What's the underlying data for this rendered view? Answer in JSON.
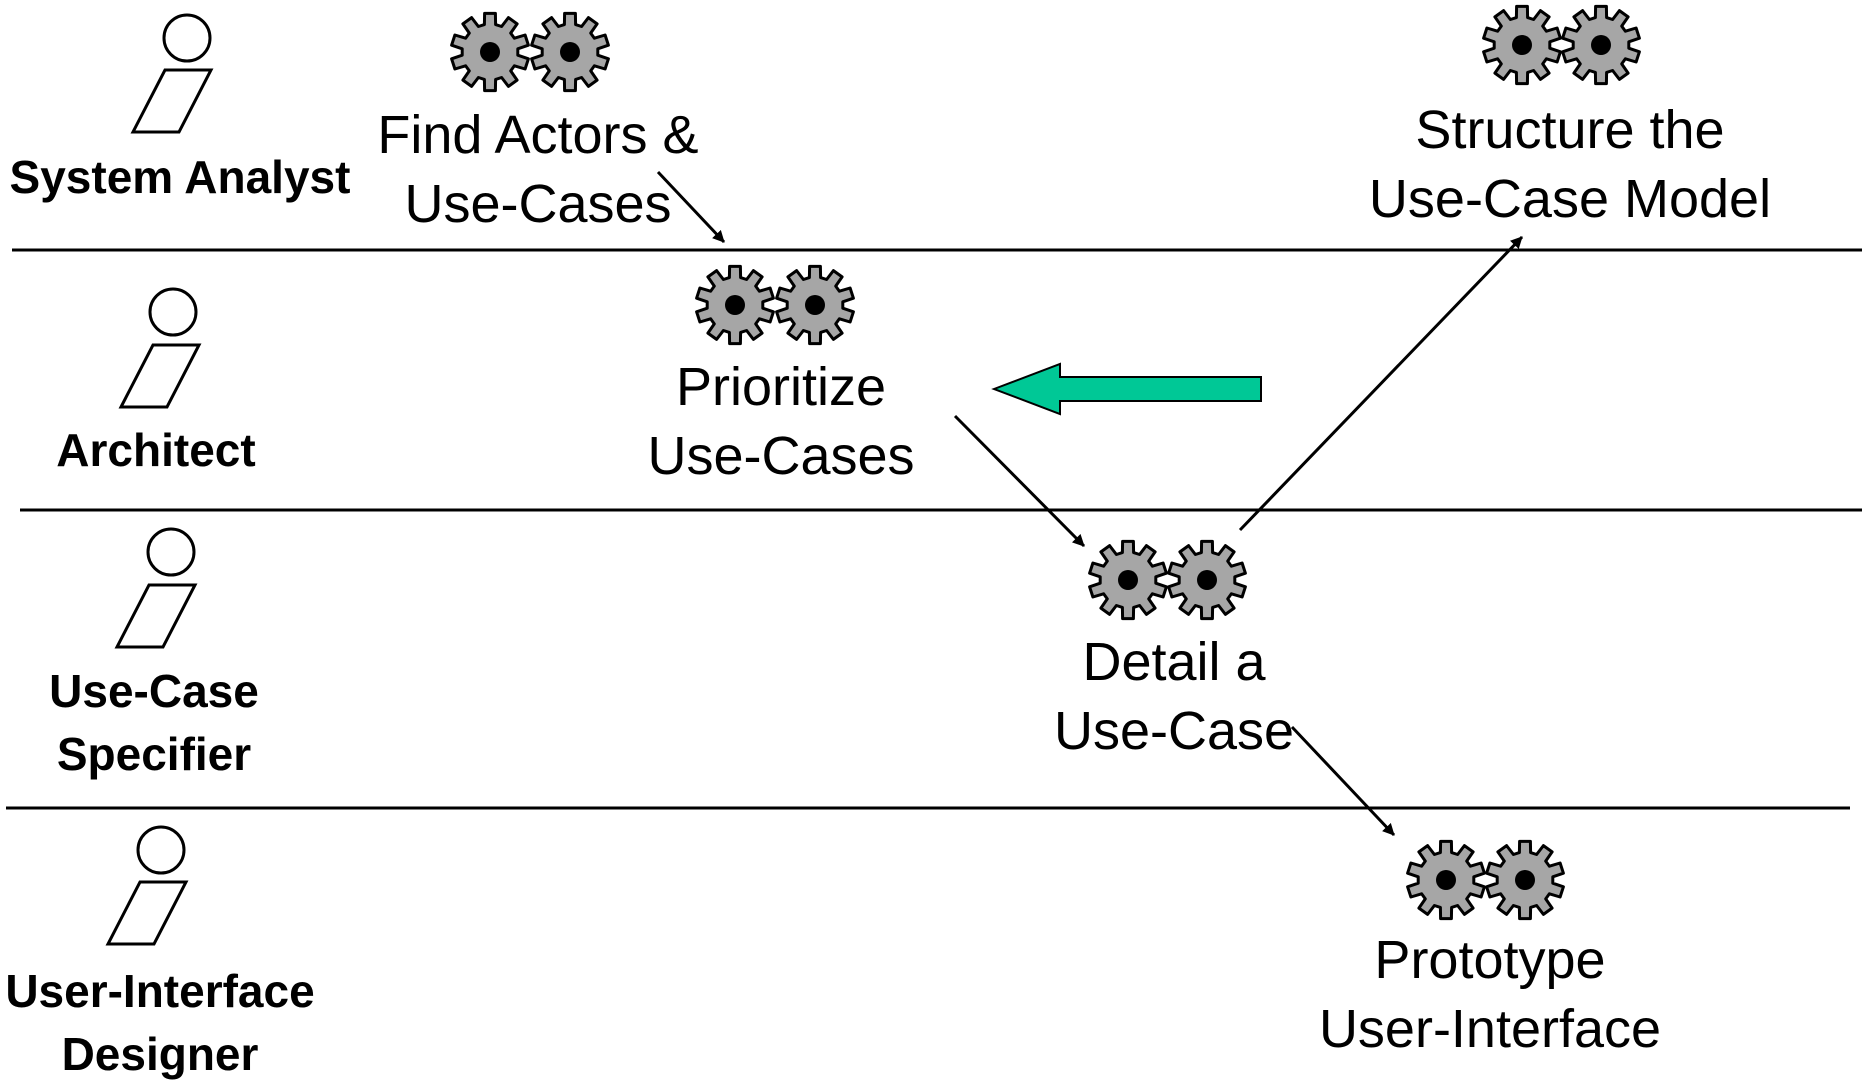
{
  "roles": [
    {
      "id": "system-analyst",
      "lines": [
        "System Analyst"
      ]
    },
    {
      "id": "architect",
      "lines": [
        "Architect"
      ]
    },
    {
      "id": "use-case-specifier",
      "lines": [
        "Use-Case",
        "Specifier"
      ]
    },
    {
      "id": "ui-designer",
      "lines": [
        "User-Interface",
        "Designer"
      ]
    }
  ],
  "activities": [
    {
      "id": "find-actors",
      "lines": [
        "Find Actors &",
        "Use-Cases"
      ]
    },
    {
      "id": "prioritize",
      "lines": [
        "Prioritize",
        "Use-Cases"
      ]
    },
    {
      "id": "detail",
      "lines": [
        "Detail a",
        "Use-Case"
      ]
    },
    {
      "id": "structure",
      "lines": [
        "Structure the",
        "Use-Case Model"
      ]
    },
    {
      "id": "prototype",
      "lines": [
        "Prototype",
        "User-Interface"
      ]
    }
  ],
  "colors": {
    "gear_fill": "#a6a6a6",
    "highlight_arrow": "#00c896",
    "line": "#000000"
  },
  "icons": {
    "actor": "actor-icon",
    "activity": "gears-icon",
    "highlight": "left-arrow-icon"
  }
}
